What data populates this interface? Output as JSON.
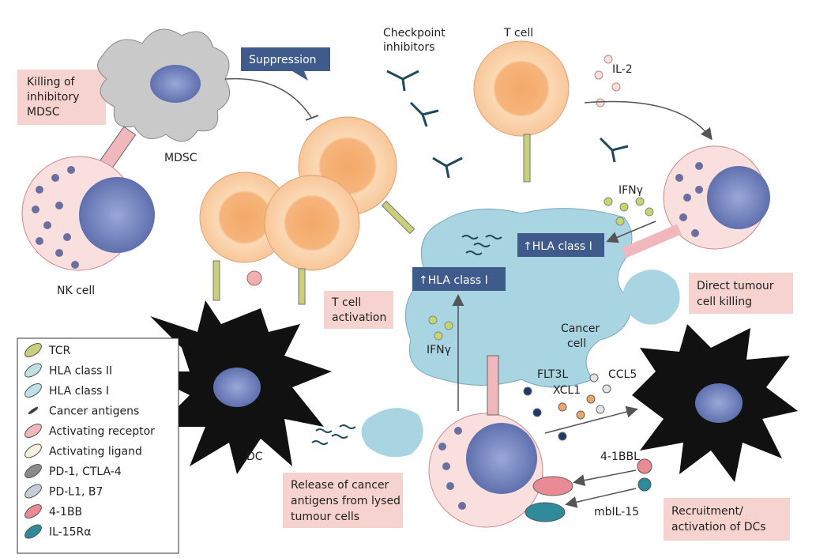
{
  "labels": {
    "killing_mdsc": [
      "Killing of",
      "inhibitory",
      "MDSC"
    ],
    "mdsc": "MDSC",
    "nk_cell": "NK cell",
    "suppression": "Suppression",
    "checkpoint_inhibitors": [
      "Checkpoint",
      "inhibitors"
    ],
    "t_cell": "T cell",
    "il2": "IL-2",
    "ifng_right": "IFNγ",
    "hla_up_right": "↑HLA class I",
    "hla_up_left": "↑HLA class I",
    "direct_killing": [
      "Direct tumour",
      "cell killing"
    ],
    "t_cell_activation": [
      "T cell",
      "activation"
    ],
    "cancer_cell": [
      "Cancer",
      "cell"
    ],
    "ifng_left": "IFNγ",
    "dc_left": "DC",
    "flt3l": "FLT3L",
    "xcl1": "XCL1",
    "ccl5": "CCL5",
    "release": [
      "Release of cancer",
      "antigens from lysed",
      "tumour cells"
    ],
    "l41bbl": "4-1BBL",
    "mbil15": "mbIL-15",
    "recruitment": [
      "Recruitment/",
      "activation of DCs"
    ]
  },
  "legend": [
    {
      "label": "TCR",
      "color": "#c9cf7a",
      "icon": "tcr-icon"
    },
    {
      "label": "HLA class II",
      "color": "#bfe0e4",
      "icon": "hla-class-ii-icon"
    },
    {
      "label": "HLA class I",
      "color": "#bfe0e4",
      "icon": "hla-class-i-icon"
    },
    {
      "label": "Cancer antigens",
      "color": "#1f3a55",
      "icon": "antigen-icon"
    },
    {
      "label": "Activating receptor",
      "color": "#f0b8bd",
      "icon": "activating-receptor-icon"
    },
    {
      "label": "Activating ligand",
      "color": "#f6f1dc",
      "icon": "activating-ligand-icon"
    },
    {
      "label": "PD-1, CTLA-4",
      "color": "#8a8a8a",
      "icon": "pd1-icon"
    },
    {
      "label": "PD-L1, B7",
      "color": "#c8ccd8",
      "icon": "pdl1-icon"
    },
    {
      "label": "4-1BB",
      "color": "#e98a95",
      "icon": "4-1bb-icon"
    },
    {
      "label": "IL-15Rα",
      "color": "#2f8a9a",
      "icon": "il15ra-icon"
    }
  ],
  "colors": {
    "pink_box": "#f6d3cf",
    "dark_box": "#3f5b8c",
    "t_cell": "#f8c89a",
    "cancer_cell": "#a9d5e2",
    "nk_cell": "#f9e0df",
    "nucleus": "#7f8fc4"
  }
}
